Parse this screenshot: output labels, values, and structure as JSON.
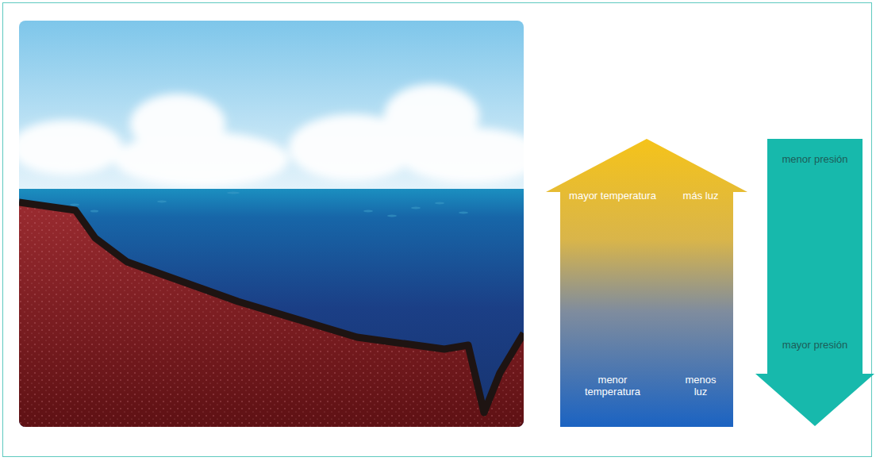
{
  "diagram": {
    "nodes": [
      {
        "text": [
          "mayor temperatura",
          "más luz",
          "menor temperatura",
          "menos luz"
        ]
      },
      {
        "text": [
          "menor presión",
          "mayor presión"
        ]
      }
    ]
  }
}
